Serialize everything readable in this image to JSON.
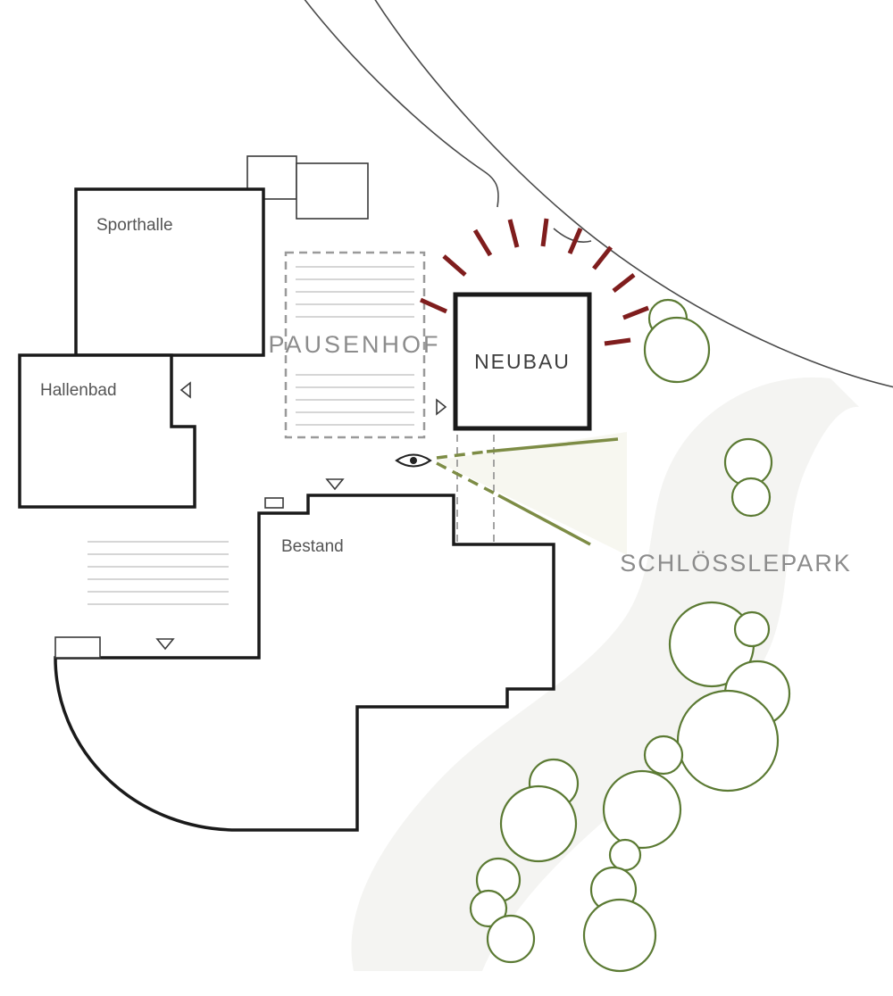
{
  "plan": {
    "labels": {
      "sporthalle": "Sporthalle",
      "hallenbad": "Hallenbad",
      "pausenhof": "PAUSENHOF",
      "neubau": "NEUBAU",
      "bestand": "Bestand",
      "schloesslepark": "SCHLÖSSLEPARK"
    },
    "colors": {
      "building_outline": "#1a1a1a",
      "thin_outline": "#3a3a3a",
      "road_gray": "#4a4a4a",
      "label_gray": "#8c8c8c",
      "text_dark": "#555555",
      "accent_red": "#7f1d1d",
      "tree_green": "#5b7a33",
      "sightline_olive": "#7d8c45",
      "dashed_gray": "#9a9a9a",
      "paving_gray": "#d6d6d6",
      "watermark": "#f4f4f2",
      "cone_fill": "#eff0e2"
    },
    "icons": {
      "eye": "viewpoint-eye-icon",
      "tree": "tree-icon",
      "entrance_marker": "entrance-triangle-icon"
    }
  }
}
